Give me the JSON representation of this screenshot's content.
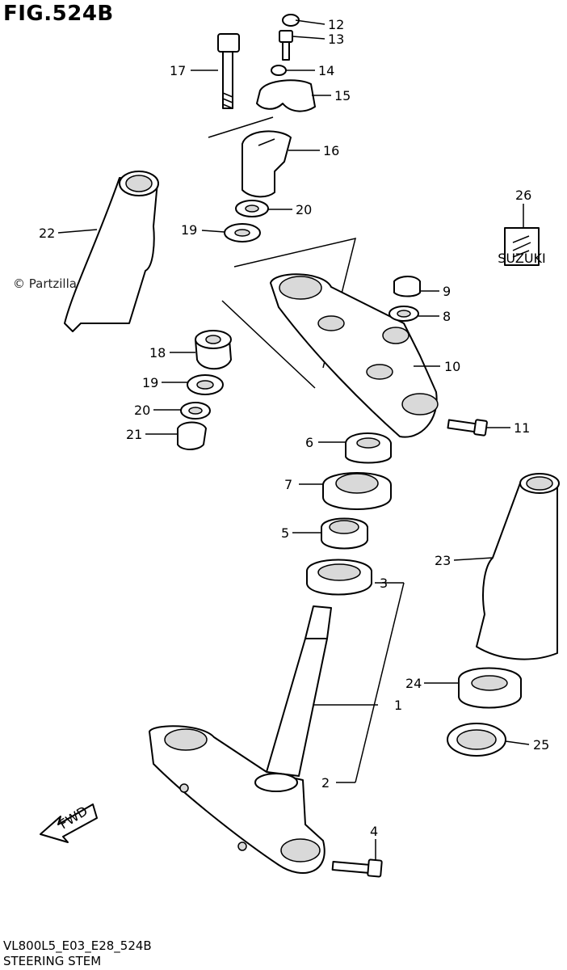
{
  "figure": {
    "title": "FIG.524B",
    "watermark": "© Partzilla.com",
    "code": "VL800L5_E03_E28_524B",
    "name": "STEERING STEM",
    "fwd_label": "FWD",
    "emblem_text": "SUZUKI"
  },
  "callouts": [
    "1",
    "2",
    "3",
    "4",
    "5",
    "6",
    "7",
    "8",
    "9",
    "10",
    "11",
    "12",
    "13",
    "14",
    "15",
    "16",
    "17",
    "18",
    "19",
    "19",
    "20",
    "20",
    "21",
    "22",
    "23",
    "24",
    "25",
    "26"
  ]
}
